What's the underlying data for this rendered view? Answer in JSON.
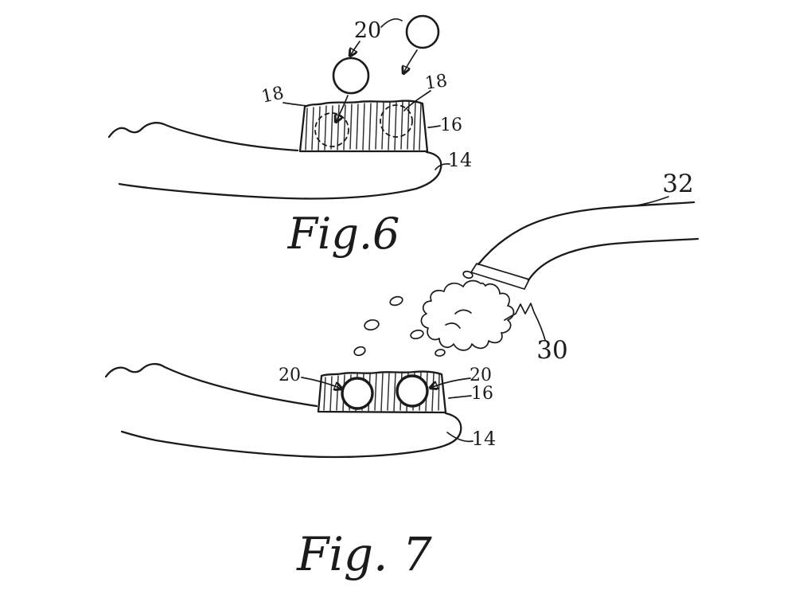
{
  "figures": {
    "fig6": {
      "caption": "Fig.6",
      "ref20": "20",
      "ref18_left": "18",
      "ref18_right": "18",
      "ref16": "16",
      "ref14": "14"
    },
    "fig7": {
      "caption": "Fig. 7",
      "ref20_left": "20",
      "ref20_right": "20",
      "ref16": "16",
      "ref14": "14"
    },
    "faucet": {
      "ref32": "32",
      "ref30": "30"
    }
  }
}
